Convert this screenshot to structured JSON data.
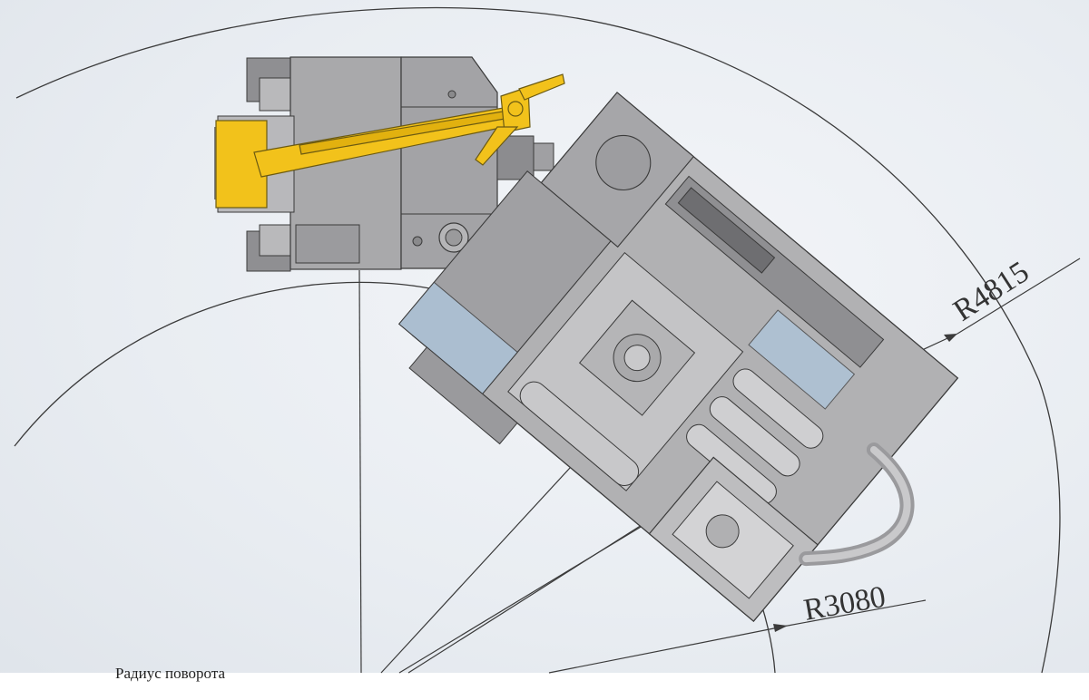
{
  "dimensions": {
    "outer_radius_label": "R4815",
    "inner_radius_label": "R3080"
  },
  "caption": "Радиус поворота",
  "colors": {
    "boom": "#f2c21b",
    "body": "#a9a9ab",
    "body_dark": "#7d7d80",
    "line": "#3b3b3b",
    "window": "#aec6dc"
  }
}
